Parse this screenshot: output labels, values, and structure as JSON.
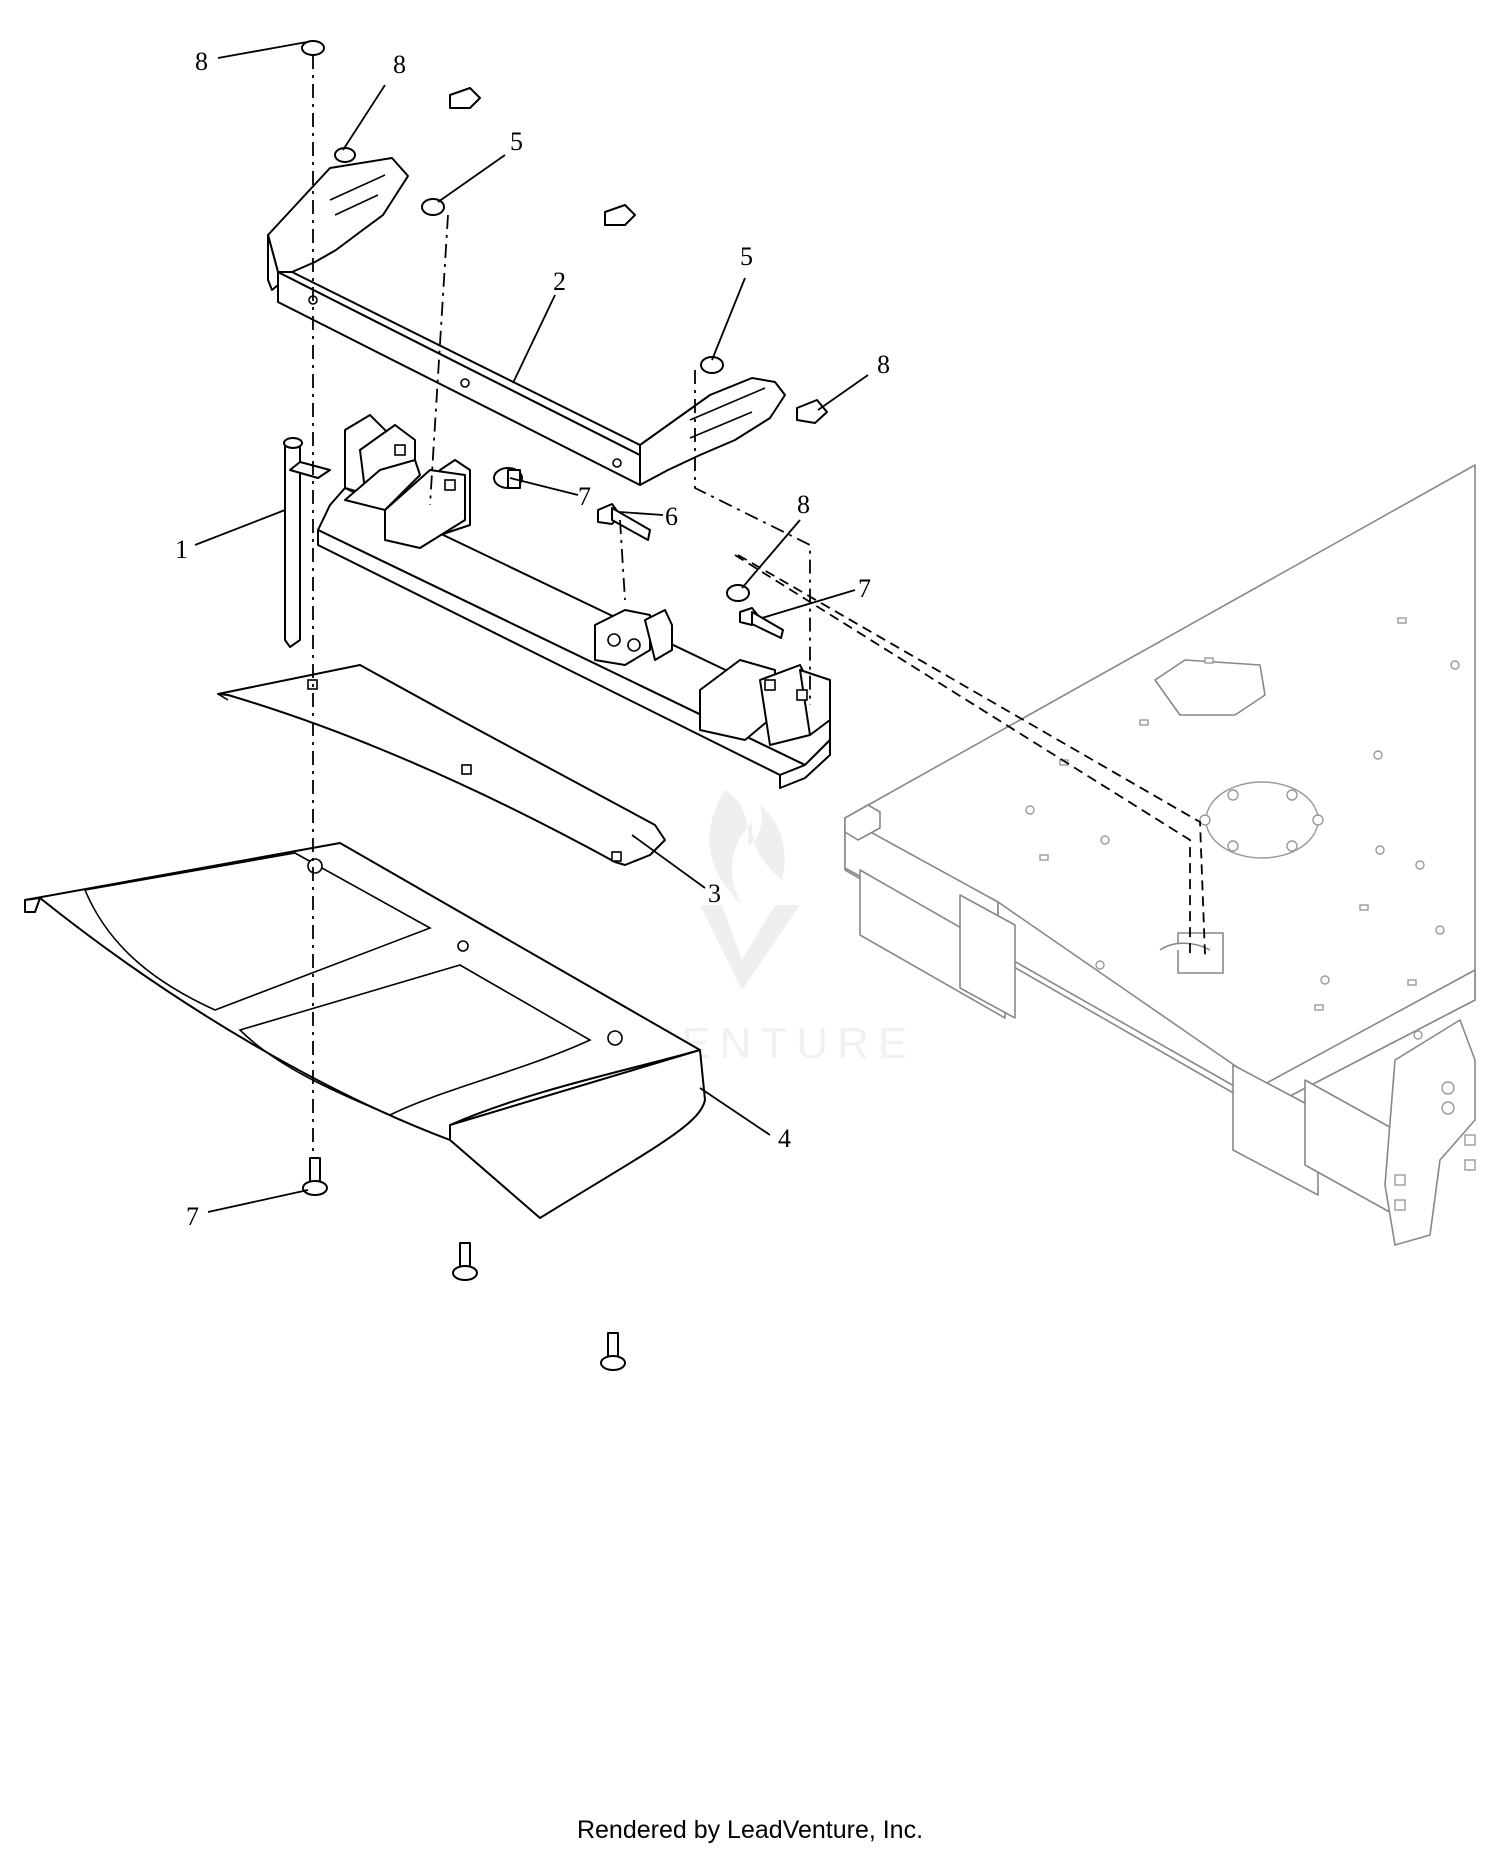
{
  "callouts": [
    {
      "id": "c8a",
      "text": "8"
    },
    {
      "id": "c8b",
      "text": "8"
    },
    {
      "id": "c5a",
      "text": "5"
    },
    {
      "id": "c2",
      "text": "2"
    },
    {
      "id": "c5b",
      "text": "5"
    },
    {
      "id": "c8c",
      "text": "8"
    },
    {
      "id": "c7a",
      "text": "7"
    },
    {
      "id": "c1",
      "text": "1"
    },
    {
      "id": "c6",
      "text": "6"
    },
    {
      "id": "c8d",
      "text": "8"
    },
    {
      "id": "c7b",
      "text": "7"
    },
    {
      "id": "c3",
      "text": "3"
    },
    {
      "id": "c4",
      "text": "4"
    },
    {
      "id": "c7c",
      "text": "7"
    }
  ],
  "watermark": {
    "text": "LEADVENTURE"
  },
  "footer": {
    "text": "Rendered by LeadVenture, Inc."
  }
}
